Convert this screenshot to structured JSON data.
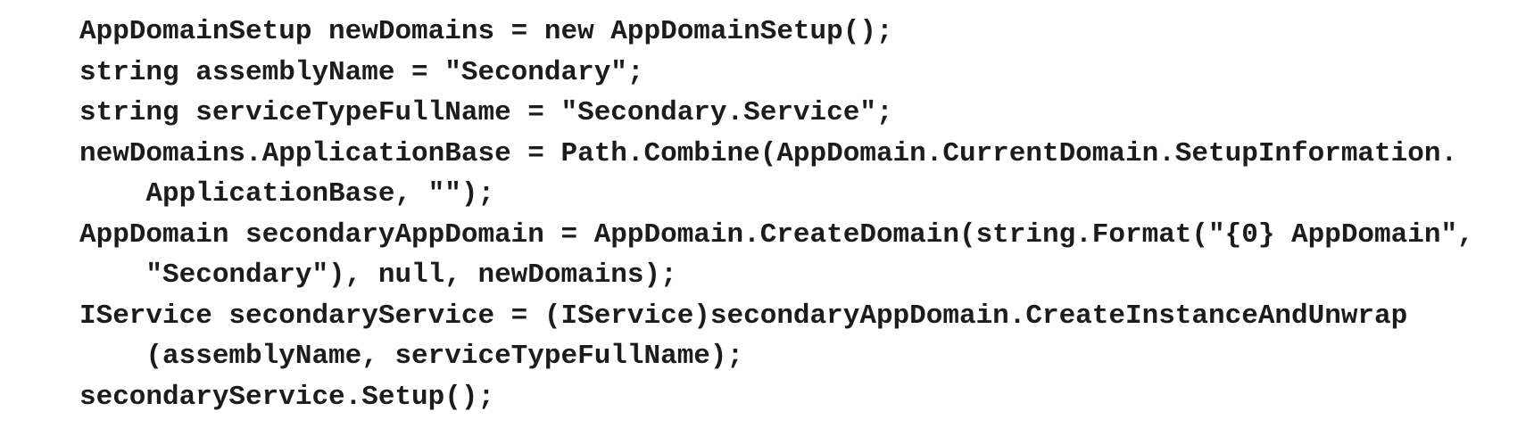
{
  "code_block": {
    "language_hint": "C#",
    "lines": [
      "AppDomainSetup newDomains = new AppDomainSetup();",
      "string assemblyName = \"Secondary\";",
      "string serviceTypeFullName = \"Secondary.Service\";",
      "newDomains.ApplicationBase = Path.Combine(AppDomain.CurrentDomain.SetupInformation.",
      "    ApplicationBase, \"\");",
      "AppDomain secondaryAppDomain = AppDomain.CreateDomain(string.Format(\"{0} AppDomain\",",
      "    \"Secondary\"), null, newDomains);",
      "IService secondaryService = (IService)secondaryAppDomain.CreateInstanceAndUnwrap",
      "    (assemblyName, serviceTypeFullName);",
      "secondaryService.Setup();"
    ],
    "colors": {
      "text": "#1c1c1c",
      "background": "#ffffff"
    }
  }
}
